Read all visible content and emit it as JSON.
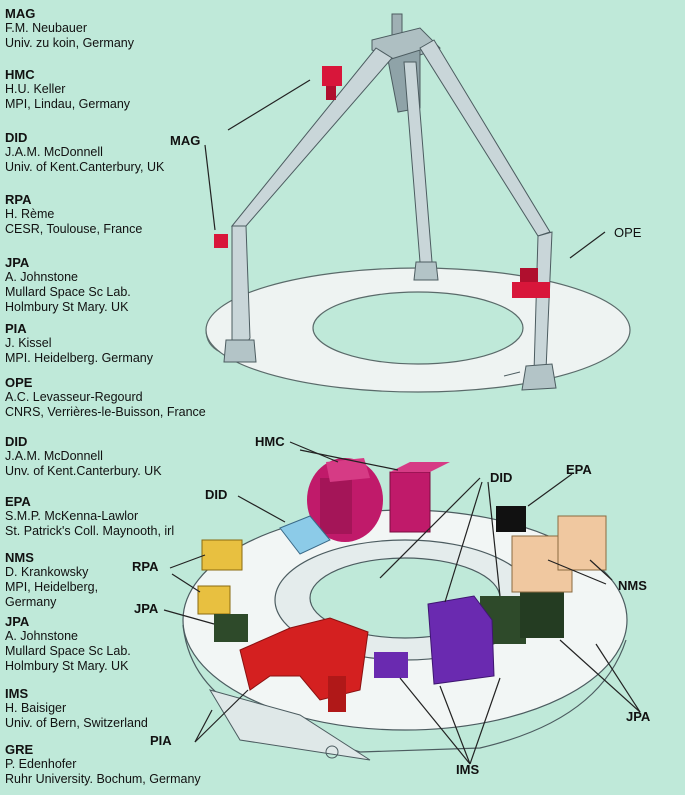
{
  "credits": [
    {
      "code": "MAG",
      "lines": [
        "F.M. Neubauer",
        "Univ. zu koin,  Germany"
      ]
    },
    {
      "code": "HMC",
      "lines": [
        "H.U. Keller",
        "MPI, Lindau, Germany"
      ]
    },
    {
      "code": "DID",
      "lines": [
        "J.A.M. McDonnell",
        "Univ. of Kent.Canterbury, UK"
      ]
    },
    {
      "code": "RPA",
      "lines": [
        "H. Rème",
        "CESR, Toulouse, France"
      ]
    },
    {
      "code": "JPA",
      "lines": [
        "A. Johnstone",
        "Mullard Space Sc Lab.",
        "Holmbury St Mary. UK"
      ]
    },
    {
      "code": "PIA",
      "lines": [
        "J. Kissel",
        "MPI. Heidelberg. Germany"
      ]
    },
    {
      "code": "OPE",
      "lines": [
        "A.C. Levasseur-Regourd",
        "CNRS, Verrières-le-Buisson, France"
      ]
    },
    {
      "code": "DID",
      "lines": [
        "J.A.M. McDonnell",
        "Unv. of Kent.Canterbury. UK"
      ]
    },
    {
      "code": "EPA",
      "lines": [
        "S.M.P. McKenna-Lawlor",
        "St. Patrick's Coll. Maynooth, irl"
      ]
    },
    {
      "code": "NMS",
      "lines": [
        "D. Krankowsky",
        "MPI, Heidelberg,",
        "Germany"
      ]
    },
    {
      "code": "JPA",
      "lines": [
        "A. Johnstone",
        "Mullard Space Sc Lab.",
        "Holmbury St Mary. UK"
      ]
    },
    {
      "code": "IMS",
      "lines": [
        "H. Baisiger",
        "Univ. of Bern, Switzerland"
      ]
    },
    {
      "code": "GRE",
      "lines": [
        "P. Edenhofer",
        "Ruhr University. Bochum, Germany"
      ]
    }
  ],
  "labels": {
    "mag": "MAG",
    "ope": "OPE",
    "hmc": "HMC",
    "did_left": "DID",
    "did_right": "DID",
    "epa": "EPA",
    "rpa": "RPA",
    "nms": "NMS",
    "jpa_left": "JPA",
    "jpa_right": "JPA",
    "pia": "PIA",
    "ims": "IMS"
  },
  "colors": {
    "background": "#bfe9d9",
    "structure": "#e6eef0",
    "mag": "#d8163a",
    "hmc": "#c01a6a",
    "did": "#8ccbe8",
    "rpa": "#e8c040",
    "jpa": "#2e4a2a",
    "pia": "#d42020",
    "ims": "#6a2ab0",
    "nms": "#f0c8a0",
    "epa": "#111111"
  }
}
